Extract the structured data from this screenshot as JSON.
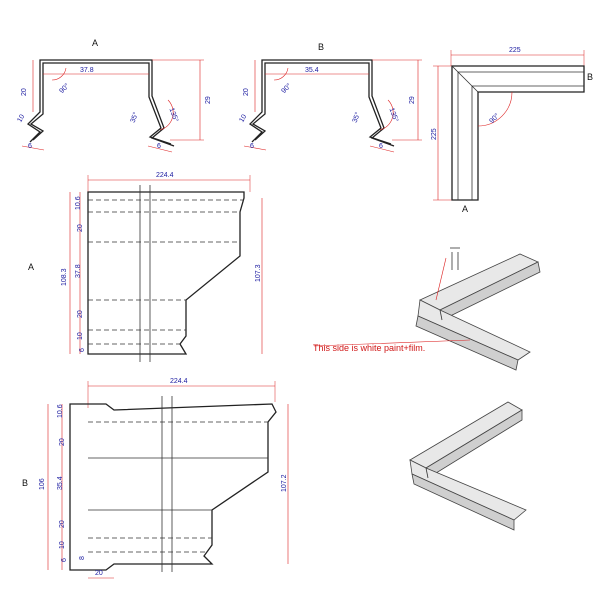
{
  "labels": {
    "profile_a": "A",
    "profile_b": "B",
    "corner_b": "B",
    "corner_a": "A",
    "plan_a": "A",
    "plan_b": "B"
  },
  "profile_a_dims": {
    "width": "37.8",
    "height_left": "20",
    "height_right": "29",
    "lip_left": "10",
    "lip_bottom_left": "6",
    "lip_bottom_right": "6",
    "angle_top": "90°",
    "angle_right": "135°",
    "angle_lip": "35°"
  },
  "profile_b_dims": {
    "width": "35.4",
    "height_left": "20",
    "height_right": "29",
    "lip_left": "10",
    "lip_bottom_left": "6",
    "lip_bottom_right": "6",
    "angle_top": "90°",
    "angle_right": "135°",
    "angle_lip": "35°"
  },
  "corner_dims": {
    "width": "225",
    "height": "225",
    "angle": "90°"
  },
  "plan_a_dims": {
    "length": "224.4",
    "total": "108.3",
    "right": "107.3",
    "seg": [
      "10.6",
      "20",
      "37.8",
      "20",
      "10",
      "6"
    ]
  },
  "plan_b_dims": {
    "length": "224.4",
    "total": "106",
    "right": "107.2",
    "bottom": "20",
    "seg": [
      "10.6",
      "20",
      "35.4",
      "20",
      "10",
      "6",
      "8"
    ]
  },
  "note": "This side is white paint+film."
}
